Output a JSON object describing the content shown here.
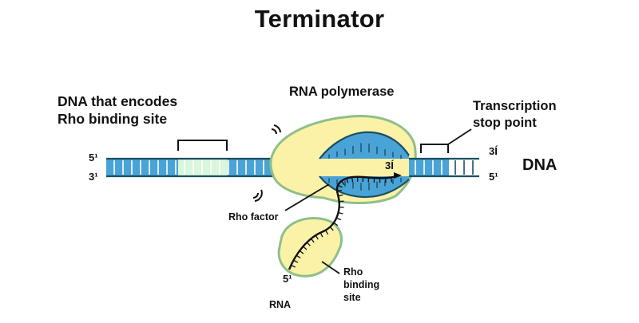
{
  "title": "Terminator",
  "labels": {
    "encodes_line1": "DNA that encodes",
    "encodes_line2": "Rho binding site",
    "polymerase": "RNA polymerase",
    "stop_line1": "Transcription",
    "stop_line2": "stop point",
    "dna": "DNA",
    "rho_factor": "Rho factor",
    "rho_site_line1": "Rho",
    "rho_site_line2": "binding",
    "rho_site_line3": "site",
    "rna": "RNA"
  },
  "strand_ends": {
    "left_top": "5¹",
    "left_bottom": "3¹",
    "right_top": "3Í",
    "right_bottom": "5¹",
    "rna_inner": "3Í",
    "rna_tail": "5¹"
  },
  "colors": {
    "strand_blue": "#4aa3d6",
    "binding_site": "#d8f7dc",
    "blob_fill": "#fbf2a8",
    "blob_stroke": "#8fbf8a",
    "line_dark": "#1c4e60"
  }
}
